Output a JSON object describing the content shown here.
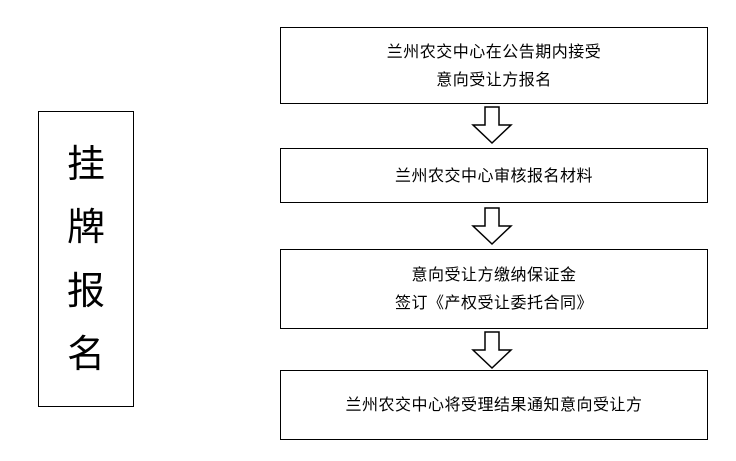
{
  "side_label": {
    "chars": [
      "挂",
      "牌",
      "报",
      "名"
    ]
  },
  "steps": [
    {
      "lines": [
        "兰州农交中心在公告期内接受",
        "意向受让方报名"
      ]
    },
    {
      "lines": [
        "兰州农交中心审核报名材料"
      ]
    },
    {
      "lines": [
        "意向受让方缴纳保证金",
        "签订《产权受让委托合同》"
      ]
    },
    {
      "lines": [
        "兰州农交中心将受理结果通知意向受让方"
      ]
    }
  ],
  "colors": {
    "stroke": "#000000",
    "fill": "#ffffff"
  }
}
